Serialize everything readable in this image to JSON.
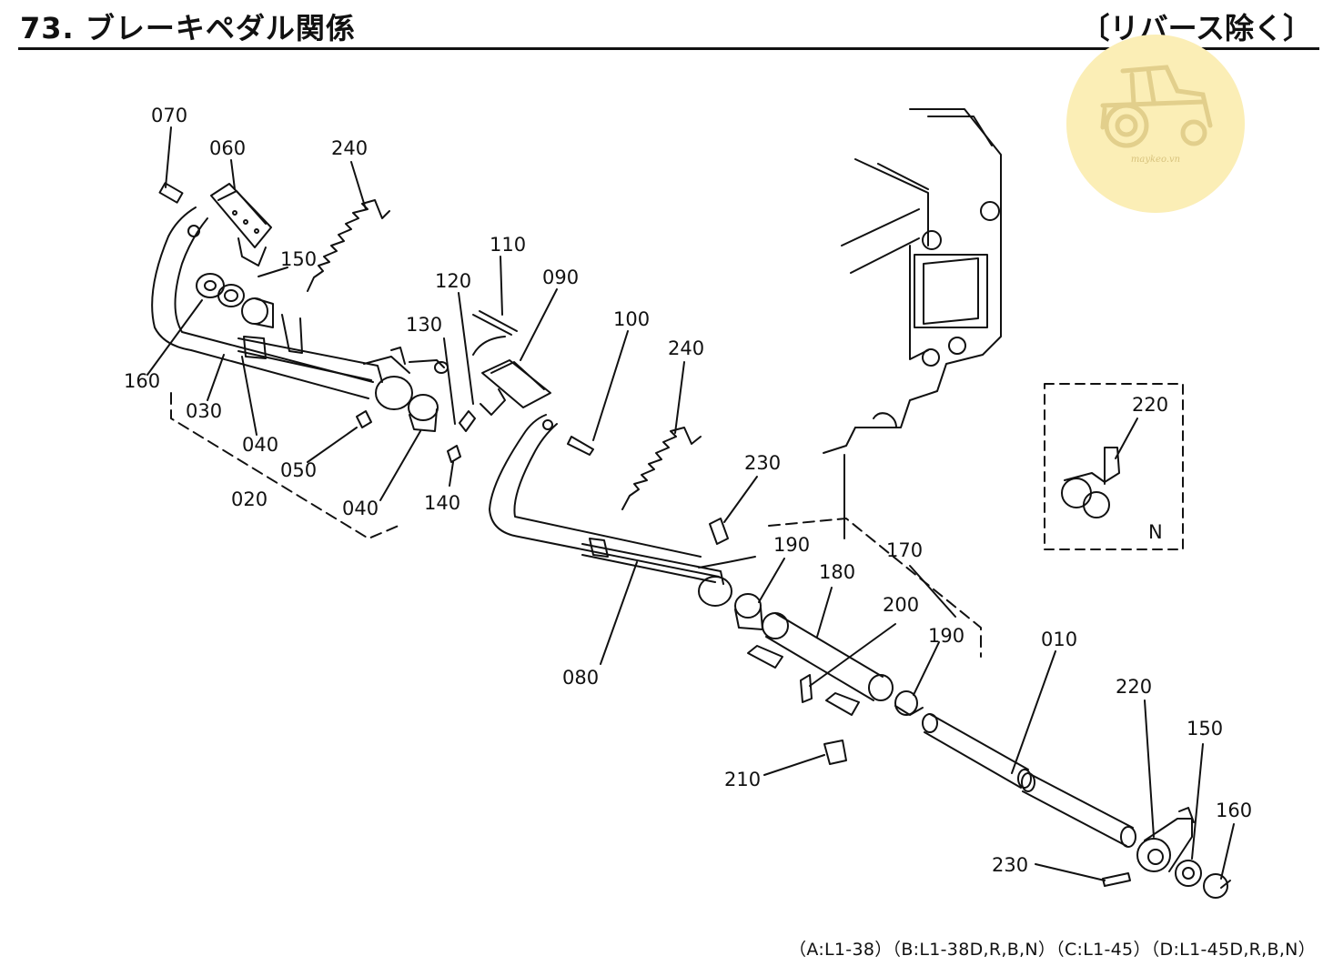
{
  "header": {
    "title": "73. ブレーキペダル関係",
    "note": "〔リバース除く〕"
  },
  "watermark": {
    "text": "maykeo.vn"
  },
  "callouts": {
    "c070": "070",
    "c060": "060",
    "c240a": "240",
    "c150a": "150",
    "c160a": "160",
    "c030": "030",
    "c040a": "040",
    "c050": "050",
    "c020": "020",
    "c040b": "040",
    "c110": "110",
    "c120": "120",
    "c090": "090",
    "c130": "130",
    "c100": "100",
    "c240b": "240",
    "c140": "140",
    "c230a": "230",
    "c190a": "190",
    "c180": "180",
    "c170": "170",
    "c200": "200",
    "c190b": "190",
    "c010": "010",
    "c080": "080",
    "c210": "210",
    "c220a": "220",
    "c150b": "150",
    "c160b": "160",
    "c230b": "230",
    "c220b": "220",
    "cN": "N"
  },
  "footer": {
    "models": "（A:L1-38）（B:L1-38D,R,B,N）（C:L1-45）（D:L1-45D,R,B,N）"
  }
}
